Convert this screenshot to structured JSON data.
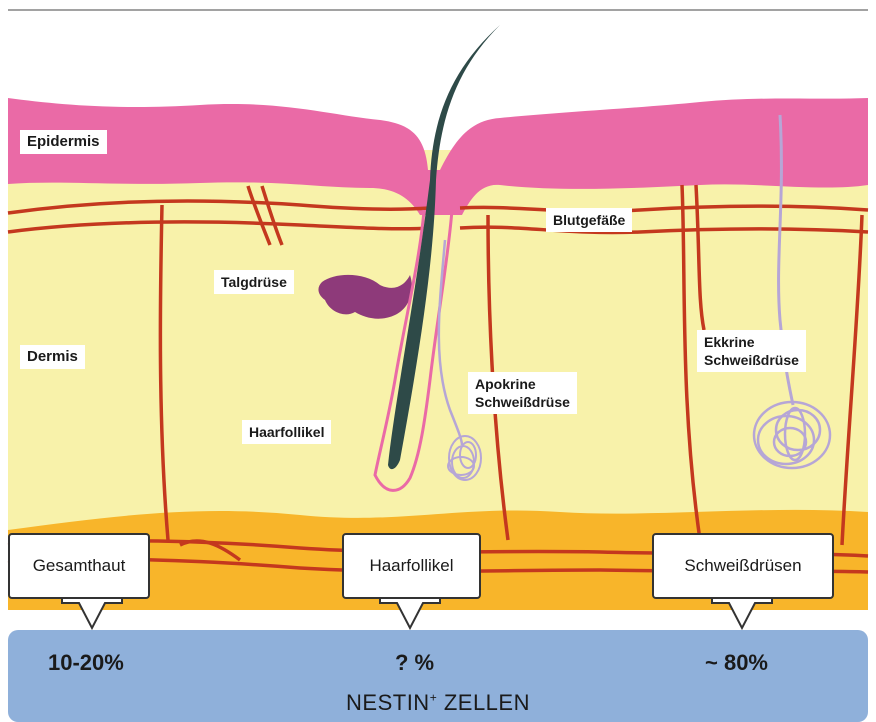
{
  "labels": {
    "epidermis": "Epidermis",
    "dermis": "Dermis",
    "talgdruese": "Talgdrüse",
    "haarfollikel": "Haarfollikel",
    "blutgefaesse": "Blutgefäße",
    "apokrine": "Apokrine\nSchweißdrüse",
    "ekkrine": "Ekkrine\nSchweißdrüse"
  },
  "callouts": [
    {
      "label": "Gesamthaut",
      "value": "10-20%"
    },
    {
      "label": "Haarfollikel",
      "value": "? %"
    },
    {
      "label": "Schweißdrüsen",
      "value": "~ 80%"
    }
  ],
  "footer": {
    "main": "NESTIN",
    "sup": "+",
    "rest": " ZELLEN"
  },
  "colors": {
    "epidermis": "#ea6aa6",
    "dermis": "#f8f2aa",
    "fat": "#f8b52a",
    "vessel": "#c4381e",
    "gland": "#8e3a7a",
    "sweat": "#b6a6d6",
    "hair": "#2e4a48",
    "band": "#8fb0da"
  }
}
